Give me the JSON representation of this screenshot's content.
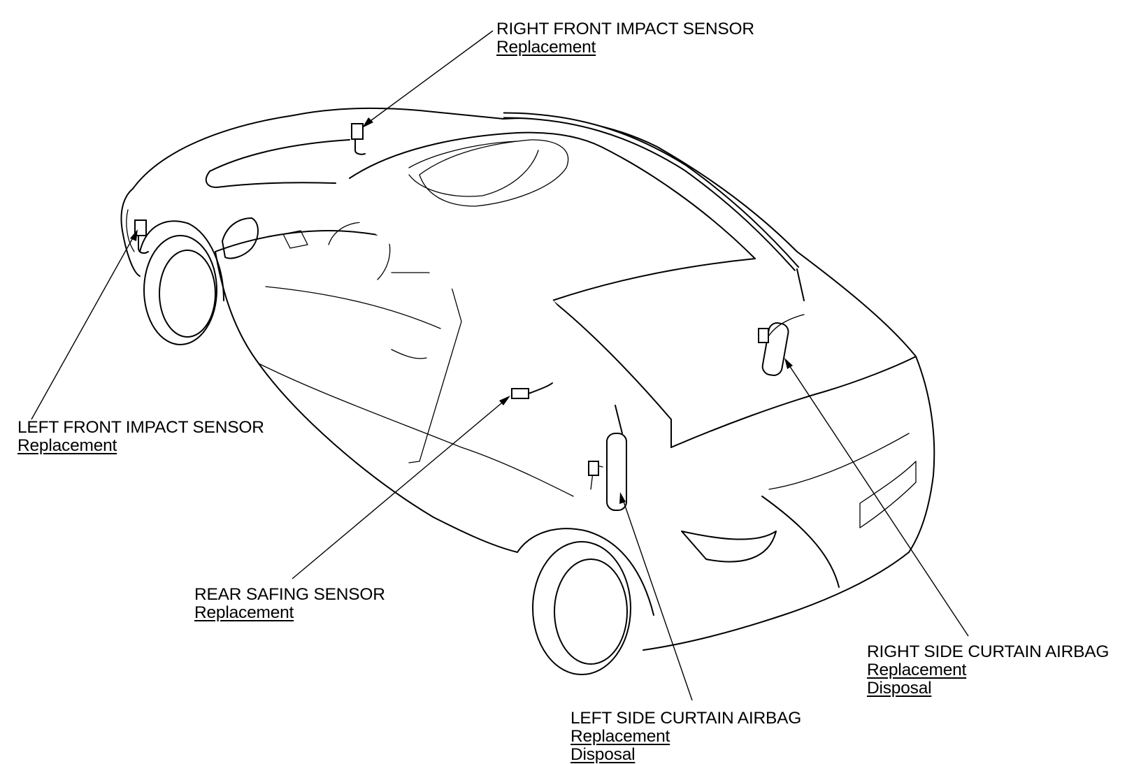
{
  "diagram": {
    "colors": {
      "line": "#000000",
      "background": "#ffffff"
    },
    "callouts": {
      "right_front_impact_sensor": {
        "title": "RIGHT FRONT IMPACT SENSOR",
        "links": [
          "Replacement"
        ]
      },
      "left_front_impact_sensor": {
        "title": "LEFT FRONT IMPACT SENSOR",
        "links": [
          "Replacement"
        ]
      },
      "rear_safing_sensor": {
        "title": "REAR SAFING SENSOR",
        "links": [
          "Replacement"
        ]
      },
      "right_side_curtain_airbag": {
        "title": "RIGHT SIDE CURTAIN AIRBAG",
        "links": [
          "Replacement",
          "Disposal"
        ]
      },
      "left_side_curtain_airbag": {
        "title": "LEFT SIDE CURTAIN AIRBAG",
        "links": [
          "Replacement",
          "Disposal"
        ]
      }
    }
  }
}
